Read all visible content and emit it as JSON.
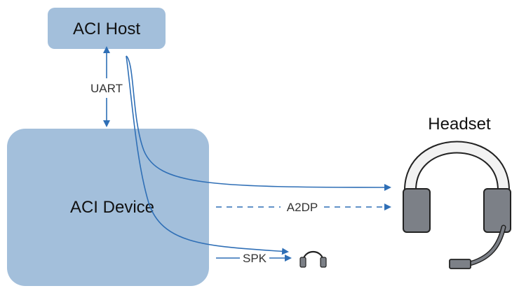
{
  "nodes": {
    "host": {
      "label": "ACI Host"
    },
    "device": {
      "label": "ACI Device"
    },
    "headset": {
      "label": "Headset"
    }
  },
  "links": {
    "uart": {
      "label": "UART"
    },
    "a2dp": {
      "label": "A2DP"
    },
    "spk": {
      "label": "SPK"
    }
  },
  "colors": {
    "box_fill": "#a3bfdb",
    "arrow": "#2f6fb6",
    "headset_cup": "#7c8087",
    "headset_band": "#f2f2f2",
    "outline": "#222222"
  },
  "icons": {
    "headset": "headset-icon",
    "headphones": "headphones-icon"
  }
}
